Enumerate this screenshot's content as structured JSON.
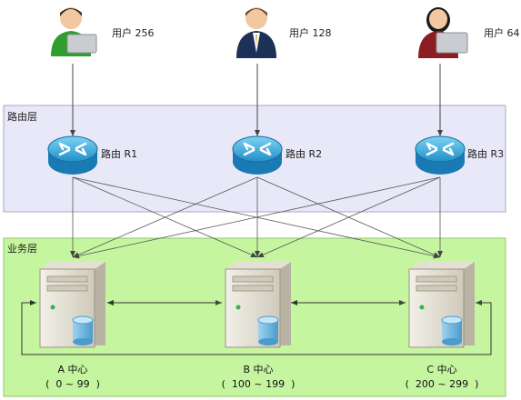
{
  "users": [
    {
      "label": "用户 256",
      "avatar": "green-shirt-user-icon",
      "shirt_color": "#2f9e2f"
    },
    {
      "label": "用户 128",
      "avatar": "suit-user-icon",
      "shirt_color": "#1d3057"
    },
    {
      "label": "用户 64",
      "avatar": "female-user-icon",
      "shirt_color": "#8b1e22"
    }
  ],
  "routing_layer": {
    "label": "路由层",
    "fill": "#e8e8f8",
    "stroke": "#a7a7c8"
  },
  "routers": [
    {
      "label": "路由 R1",
      "icon": "router-icon"
    },
    {
      "label": "路由 R2",
      "icon": "router-icon"
    },
    {
      "label": "路由 R3",
      "icon": "router-icon"
    }
  ],
  "business_layer": {
    "label": "业务层",
    "fill": "#c6f5a0",
    "stroke": "#8ec96a"
  },
  "centers": [
    {
      "name": "A 中心",
      "range": "(  0 ~ 99  )",
      "icon": "server-icon"
    },
    {
      "name": "B 中心",
      "range": "(  100 ~ 199  )",
      "icon": "server-icon"
    },
    {
      "name": "C 中心",
      "range": "(  200 ~ 299  )",
      "icon": "server-icon"
    }
  ]
}
